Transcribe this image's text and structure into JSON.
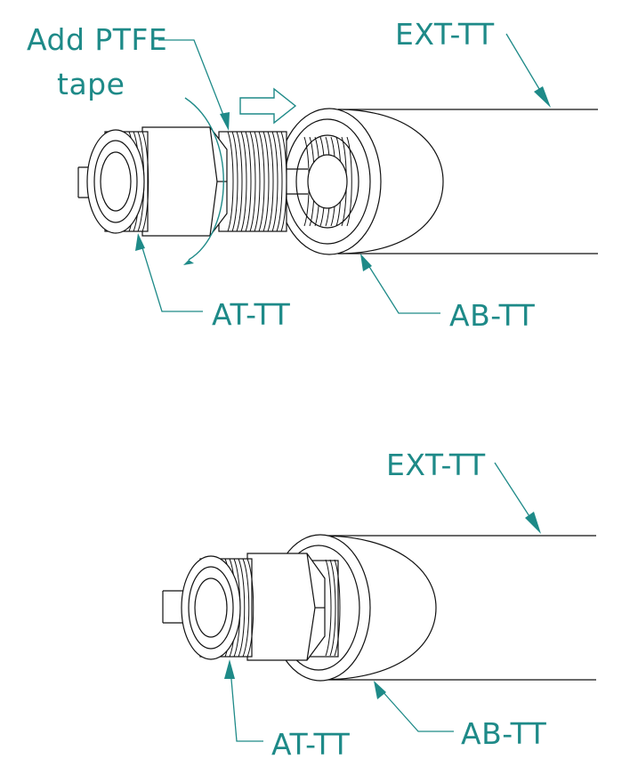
{
  "top": {
    "instruction_line1": "Add PTFE",
    "instruction_line2": "tape",
    "label_ext": "EXT-TT",
    "label_at": "AT-TT",
    "label_ab": "AB-TT"
  },
  "bottom": {
    "label_ext": "EXT-TT",
    "label_at": "AT-TT",
    "label_ab": "AB-TT"
  },
  "colors": {
    "annotation": "#1e8a88",
    "ink": "#111111",
    "background": "#ffffff"
  }
}
